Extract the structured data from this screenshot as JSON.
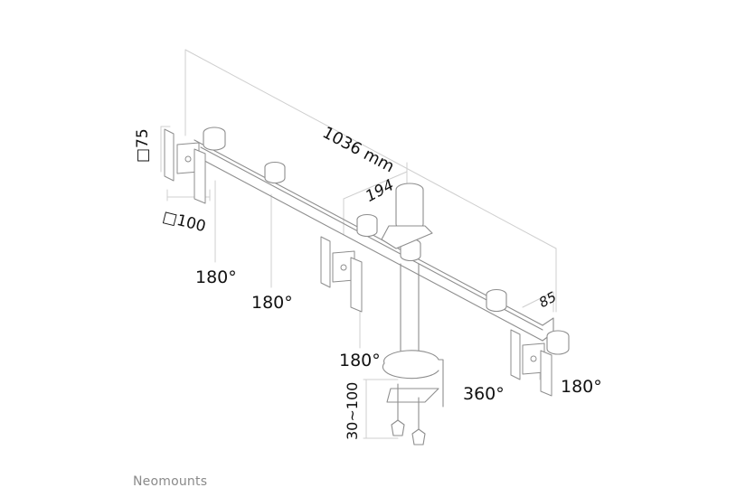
{
  "diagram": {
    "subject": "Triple monitor desk mount (line drawing)",
    "dimensions": {
      "overall_width": "1036 mm",
      "column_to_arm": "194",
      "arm_depth": "85",
      "vesa_vertical": "□75",
      "vesa_horizontal": "□100",
      "clamp_range": "30~100"
    },
    "rotations": {
      "left_head": "180°",
      "left_arm_joint": "180°",
      "center_head": "180°",
      "right_head": "180°",
      "column": "360°"
    },
    "colors": {
      "line": "#9a9a9a",
      "dim_line": "#c8c8c8",
      "text": "#111111",
      "brand": "#8a8a8a"
    }
  },
  "brand": {
    "name": "Neomounts"
  }
}
